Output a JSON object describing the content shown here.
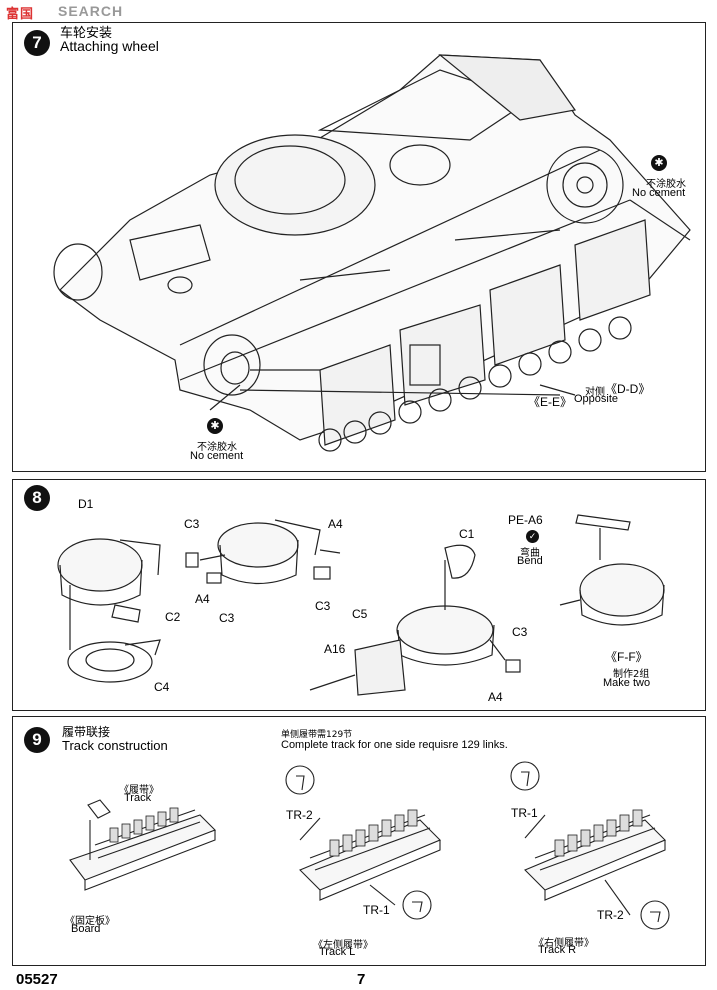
{
  "watermark": {
    "cn": "富国",
    "en": "SEARCH"
  },
  "step7": {
    "number": "7",
    "title_cn": "车轮安装",
    "title_en": "Attaching wheel",
    "no_cement_top": {
      "cn": "不涂胶水",
      "en": "No cement"
    },
    "no_cement_bottom": {
      "cn": "不涂胶水",
      "en": "No cement"
    },
    "ee_label": "《E-E》",
    "opposite_cn": "对侧",
    "dd_label": "《D-D》",
    "opposite_en": "Opposite"
  },
  "step8": {
    "number": "8",
    "labels": {
      "d1": "D1",
      "c3a": "C3",
      "a4a": "A4",
      "a4b": "A4",
      "c3b": "C3",
      "c3c": "C3",
      "c2": "C2",
      "c4": "C4",
      "c1": "C1",
      "c5": "C5",
      "a16": "A16",
      "c3d": "C3",
      "a4c": "A4",
      "pe": "PE-A6"
    },
    "bend_cn": "弯曲",
    "bend_en": "Bend",
    "ff_label": "《F-F》",
    "make_two_cn": "制作2组",
    "make_two_en": "Make two"
  },
  "step9": {
    "number": "9",
    "title_cn": "履带联接",
    "title_en": "Track construction",
    "note_cn": "单侧履带需129节",
    "note_en": "Complete track for one side requisre 129 links.",
    "track_cn": "《履带》",
    "track_en": "Track",
    "board_cn": "《固定板》",
    "board_en": "Board",
    "tr2": "TR-2",
    "tr1": "TR-1",
    "tr1b": "TR-1",
    "tr2b": "TR-2",
    "track_l_cn": "《左侧履带》",
    "track_l_en": "Track L",
    "track_r_cn": "《右侧履带》",
    "track_r_en": "Track R"
  },
  "footer": {
    "code": "05527",
    "page": "7"
  }
}
